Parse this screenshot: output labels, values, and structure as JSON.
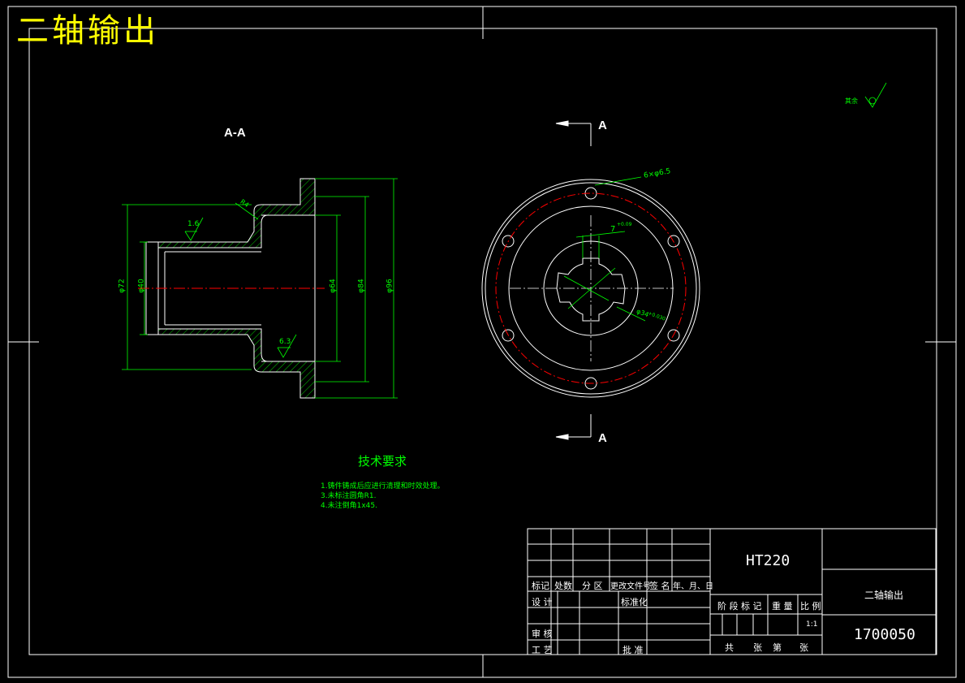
{
  "drawing": {
    "title": "二轴输出",
    "section_label": "A-A",
    "cut_label_top": "A",
    "cut_label_bottom": "A",
    "roughness_remaining_label": "其余",
    "colors": {
      "background": "#000000",
      "lines": "#ffffff",
      "dimensions": "#00ff00",
      "title": "#ffff00",
      "centerline": "#ff0000"
    }
  },
  "section_view": {
    "dims": [
      "φ72",
      "φ40",
      "φ64",
      "φ84",
      "φ96"
    ],
    "radius_note": "R4",
    "roughness_marks": [
      "1.6",
      "6.3"
    ]
  },
  "front_view": {
    "hole_note": "6×φ6.5",
    "keyway_note": "7",
    "keyway_tol": "+0.09",
    "bore_note": "φ34",
    "bore_tol": "+0.030"
  },
  "tech_requirements": {
    "title": "技术要求",
    "items": [
      "1.铸件铸成后应进行清理和时效处理。",
      "3.未标注圆角R1.",
      "4.未注倒角1x45."
    ]
  },
  "title_block": {
    "material": "HT220",
    "part_name": "二轴输出",
    "drawing_no": "1700050",
    "scale": "1:1",
    "headers": [
      "标记",
      "处数",
      "分 区",
      "更改文件号",
      "签 名",
      "年、月、日"
    ],
    "design": "设 计",
    "standardize": "标准化",
    "review": "审 核",
    "process": "工 艺",
    "approve": "批 准",
    "stage_mark": "阶 段 标 记",
    "weight": "重 量",
    "ratio": "比 例",
    "total": "共",
    "sheets": "张",
    "sheet_no": "第",
    "sheets2": "张"
  }
}
